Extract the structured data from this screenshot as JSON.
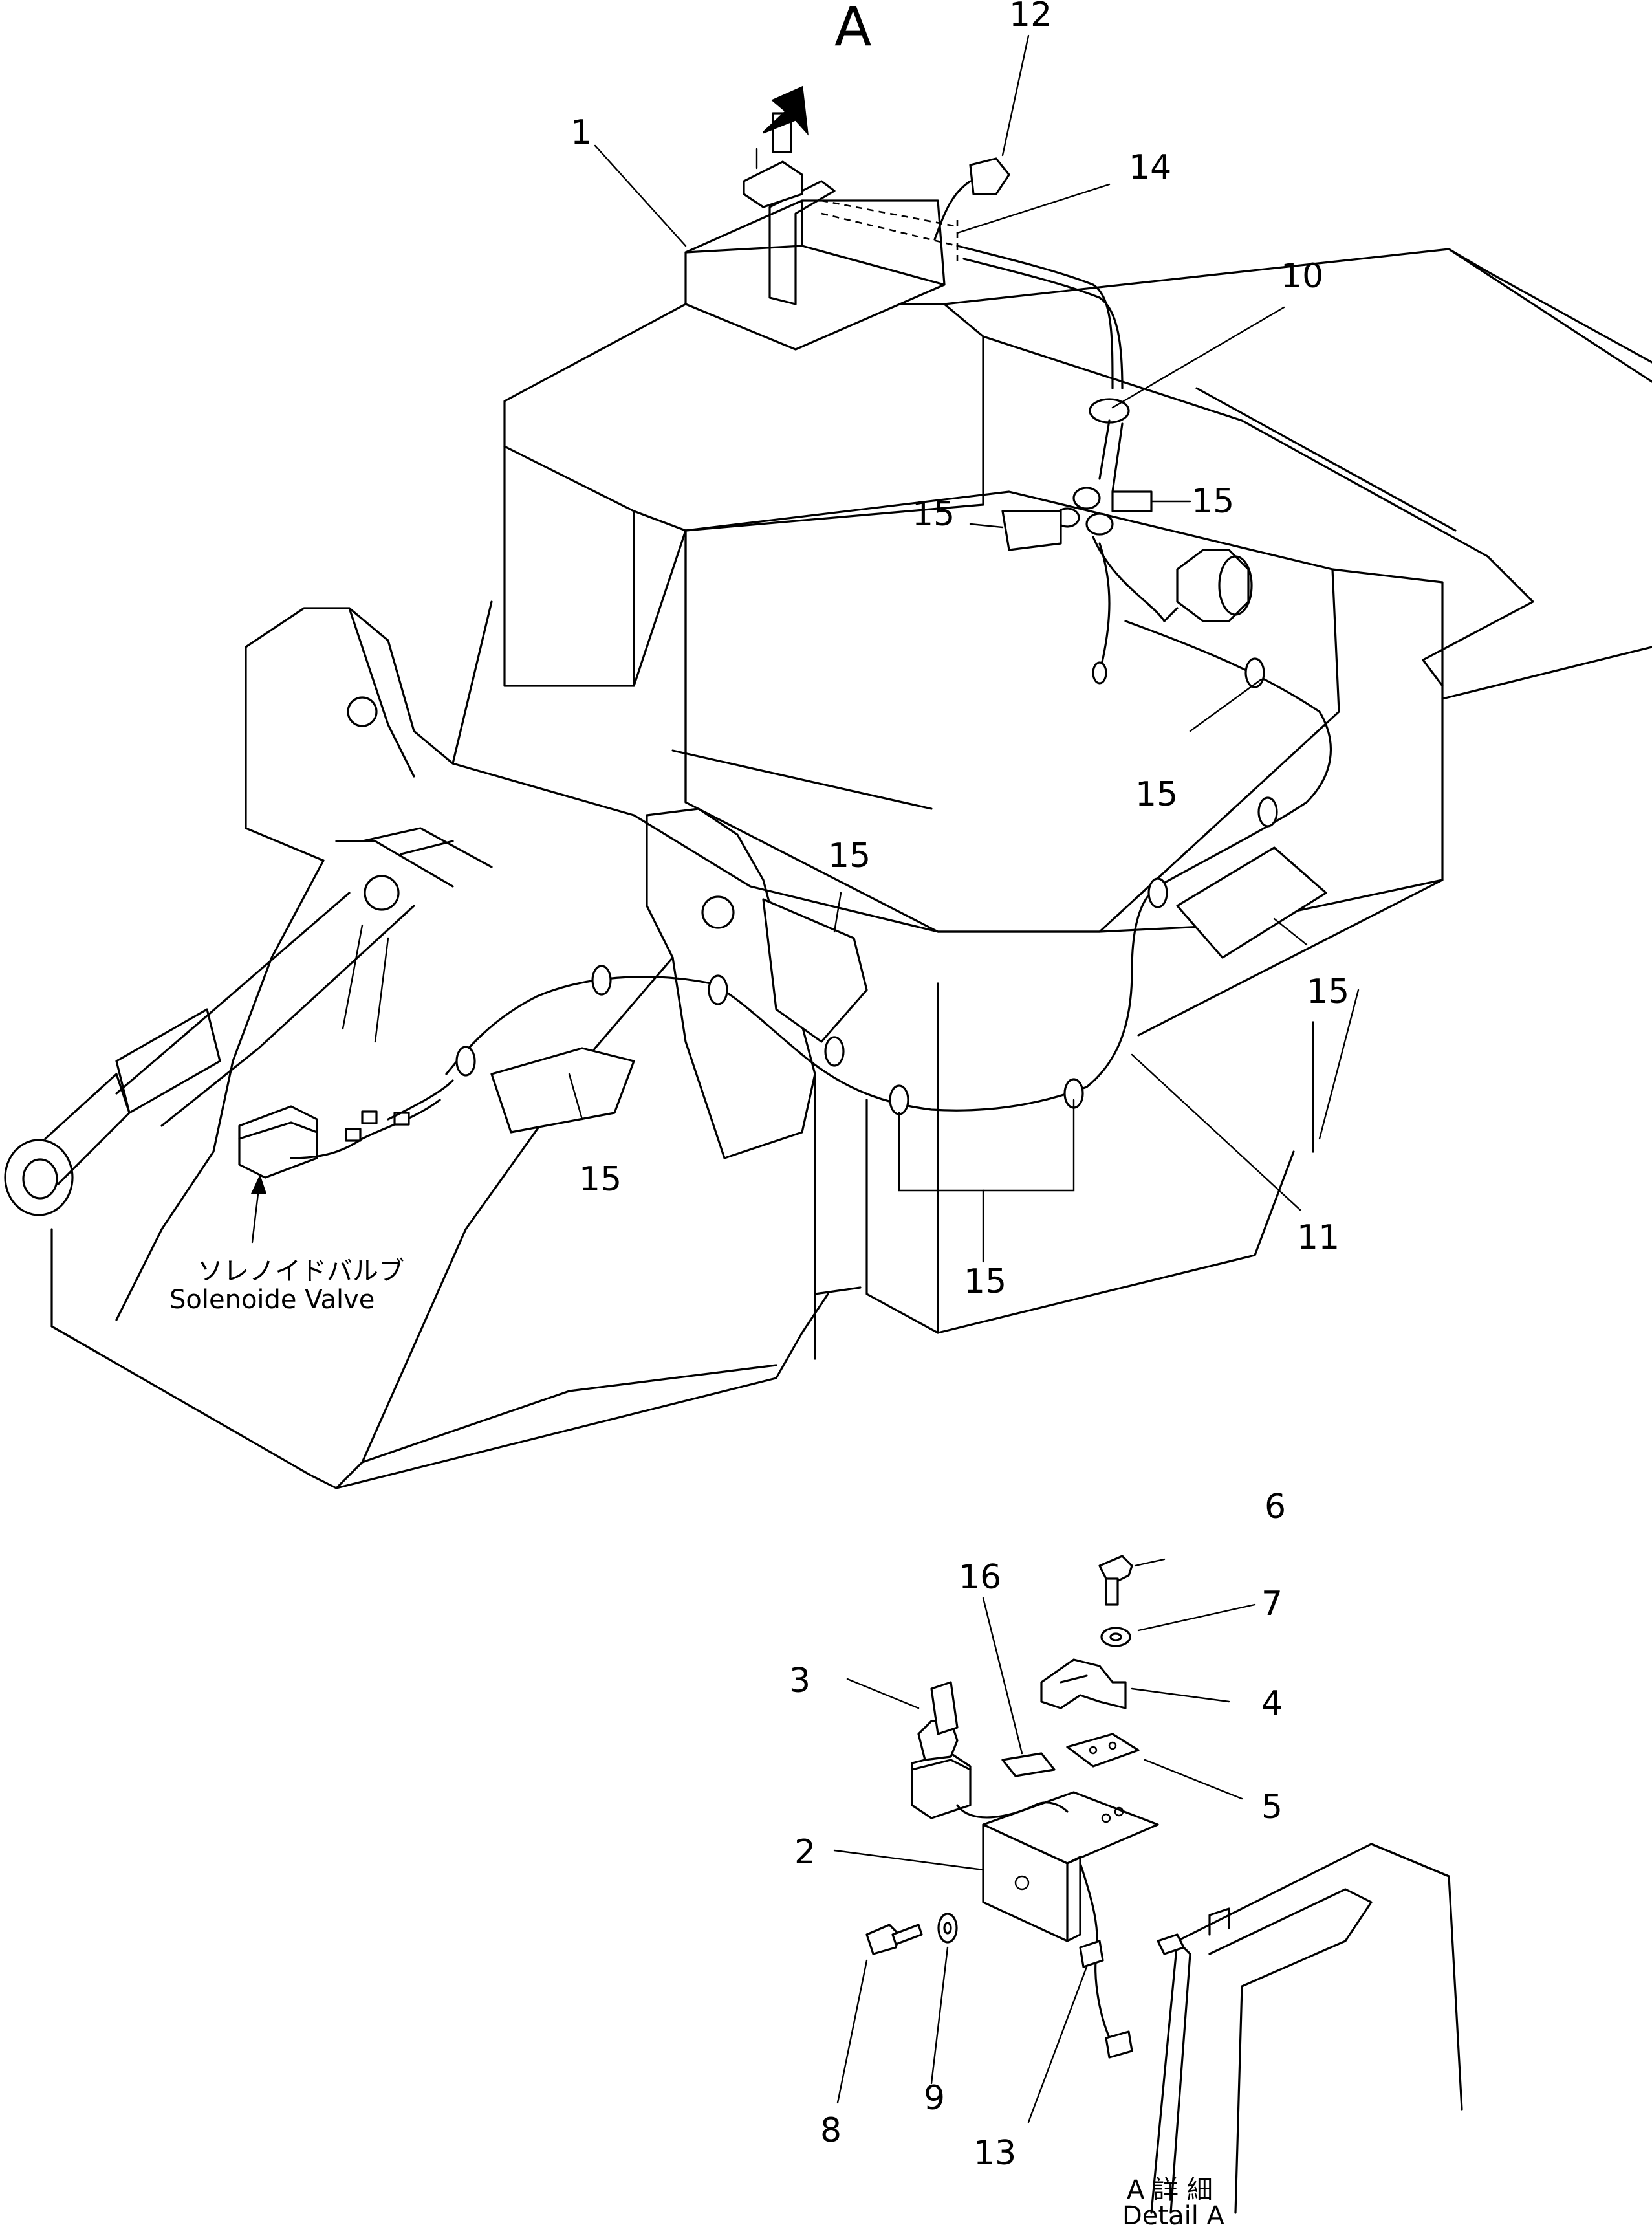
{
  "view_marker": "A",
  "callouts": {
    "c1": "1",
    "c2": "2",
    "c3": "3",
    "c4": "4",
    "c5": "5",
    "c6": "6",
    "c7": "7",
    "c8": "8",
    "c9": "9",
    "c10": "10",
    "c11": "11",
    "c12": "12",
    "c13": "13",
    "c14": "14",
    "c15": "15",
    "c16": "16"
  },
  "solenoid_label": {
    "jp": "ソレノイドバルブ",
    "en": "Solenoide Valve"
  },
  "detail_label": {
    "jp": "A 詳 細",
    "en": "Detail A"
  }
}
